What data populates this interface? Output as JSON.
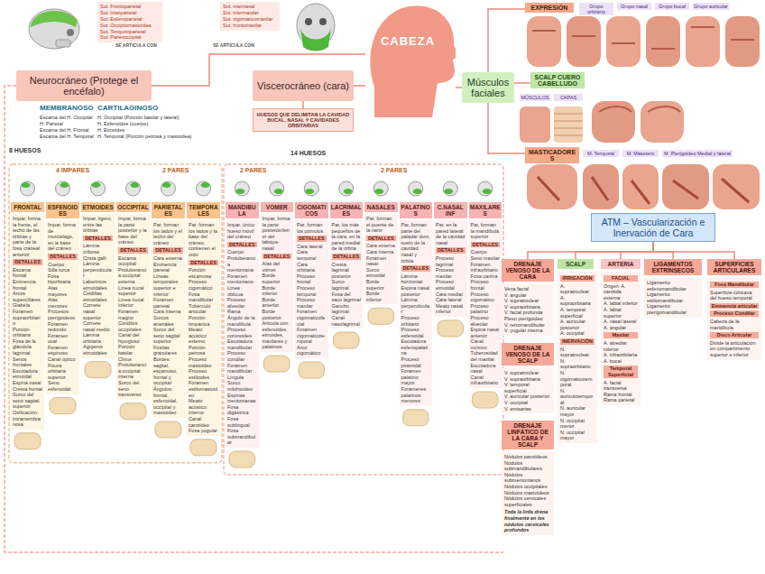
{
  "diagram": {
    "nodes": [
      {
        "text": [
          "CABEZA"
        ]
      },
      {
        "text": [
          "Sut. Frontoparietal",
          "Sut. Interparietal",
          "Sut. Esfenoparietal",
          "Sut. Occipitomastoidea",
          "Sut. Temporoparietal",
          "Sut. Parietoccipital"
        ]
      },
      {
        "text": [
          "Sut. internasal",
          "Sut. intermaxilar",
          "Sut. zigomaticomaxilar",
          "Sut. frontomaxilar"
        ]
      },
      {
        "text": [
          "Neurocráneo (Protege el encéfalo)"
        ]
      },
      {
        "text": [
          "Viscerocráneo (cara)"
        ]
      },
      {
        "text": [
          "Músculos faciales"
        ]
      },
      {
        "text": [
          "HUESOS QUE DELIMITAN LA CAVIDAD BUCAL, NASAL Y CAVIDADES ORBITARIAS"
        ]
      },
      {
        "text": [
          "FRONTAL"
        ]
      },
      {
        "text": [
          "ESFENOIDES"
        ]
      },
      {
        "text": [
          "ETMOIDES"
        ]
      },
      {
        "text": [
          "OCCIPITAL"
        ]
      },
      {
        "text": [
          "PARIETALES"
        ]
      },
      {
        "text": [
          "TEMPORALES"
        ]
      },
      {
        "text": [
          "MANDIBULA"
        ]
      },
      {
        "text": [
          "VOMER"
        ]
      },
      {
        "text": [
          "CIGOMATICOS"
        ]
      },
      {
        "text": [
          "LACRIMALES"
        ]
      },
      {
        "text": [
          "NASALES"
        ]
      },
      {
        "text": [
          "PALATINOS"
        ]
      },
      {
        "text": [
          "C.NASAL INF"
        ]
      },
      {
        "text": [
          "MAXILARES"
        ]
      },
      {
        "text": [
          "Impar, forma la frente, el techo de las órbitas y parte de la fosa craneal anterior",
          "DETALLES",
          "Escama frontal",
          "Eminencia frontal",
          "Arcos superciliares",
          "Glabela",
          "Foramen supraorbitario",
          "Porción orbitaria",
          "Fosa de la glándula lagrimal",
          "Senos frontales",
          "Escotadura etmoidal",
          "Espina nasal",
          "Cresta frontal",
          "Surco del seno sagital superior",
          "Osificación: intramembranosa"
        ]
      },
      {
        "text": [
          "Impar, forma de murciélago, en la base del cráneo",
          "DETALLES",
          "Cuerpo",
          "Silla turca",
          "Fosa hipofisaria",
          "Alas mayores",
          "Alas menores",
          "Procesos pterigoideos",
          "Foramen redondo",
          "Foramen oval",
          "Foramen espinoso",
          "Canal óptico",
          "Fisura orbitaria superior",
          "Seno esfenoidal"
        ]
      },
      {
        "text": [
          "Impar, ligero, entre las órbitas",
          "DETALLES",
          "Lámina cribosa",
          "Crista galli",
          "Lámina perpendicular",
          "Laberintos etmoidales",
          "Celdillas etmoidales",
          "Cornete nasal superior",
          "Cornete nasal medio",
          "Lámina orbitaria",
          "Agujeros etmoidales"
        ]
      },
      {
        "text": [
          "Impar, forma la parte posterior y la base del cráneo",
          "DETALLES",
          "Escama occipital",
          "Protuberancia occipital externa",
          "Línea nucal superior",
          "Línea nucal inferior",
          "Foramen magno",
          "Cóndilos occipitales",
          "Canal del hipogloso",
          "Porción basilar",
          "Clivus",
          "Protuberancia occipital interna",
          "Surco del seno transverso"
        ]
      },
      {
        "text": [
          "Par, forman los lados y el techo del cráneo",
          "DETALLES",
          "Cara externa",
          "Eminencia parietal",
          "Líneas temporales superior e inferior",
          "Foramen parietal",
          "Cara interna",
          "Surcos arteriales",
          "Surco del seno sagital superior",
          "Fositas granulares",
          "Bordes: sagital, escamoso, frontal y occipital",
          "Ángulos: frontal, esfenoidal, occipital y mastoideo"
        ]
      },
      {
        "text": [
          "Par, forman los lados y la base del cráneo, contienen el oído",
          "DETALLES",
          "Porción escamosa",
          "Proceso cigomático",
          "Fosa mandibular",
          "Tubérculo articular",
          "Porción timpánica",
          "Meato acústico externo",
          "Porción petrosa",
          "Proceso mastoideo",
          "Proceso estiloides",
          "Foramen estilomastoideo",
          "Meato acústico interno",
          "Canal carotídeo",
          "Fosa yugular"
        ]
      },
      {
        "text": [
          "Impar, único hueso móvil del cráneo",
          "DETALLES",
          "Cuerpo",
          "Protuberancia mentoniana",
          "Foramen mentoniano",
          "Línea oblicua",
          "Proceso alveolar",
          "Rama",
          "Ángulo de la mandíbula",
          "Proceso coronoides",
          "Escotadura mandibular",
          "Proceso condilar",
          "Foramen mandibular",
          "Língula",
          "Surco milohioideo",
          "Espinas mentonianas",
          "Fosa digástrica",
          "Fosa sublingual",
          "Fosa submandibular"
        ]
      },
      {
        "text": [
          "Impar, forma la parte posteroinferior del tabique nasal",
          "DETALLES",
          "Alas del vómer",
          "Borde superior",
          "Borde inferior",
          "Borde anterior",
          "Borde posterior",
          "Articula con esfenoides, etmoides, maxilares y palatinos"
        ]
      },
      {
        "text": [
          "Par, forman los pómulos",
          "DETALLES",
          "Cara lateral",
          "Cara temporal",
          "Cara orbitaria",
          "Proceso frontal",
          "Proceso temporal",
          "Proceso maxilar",
          "Foramen cigomaticofacial",
          "Foramen cigomaticotemporal",
          "Arco cigomático"
        ]
      },
      {
        "text": [
          "Par, los más pequeños de la cara, en la pared medial de la órbita",
          "DETALLES",
          "Cresta lagrimal posterior",
          "Surco lagrimal",
          "Fosa del saco lagrimal",
          "Gancho lagrimal",
          "Canal nasolagrimal"
        ]
      },
      {
        "text": [
          "Par, forman el puente de la nariz",
          "DETALLES",
          "Cara externa",
          "Cara interna",
          "Foramen nasal",
          "Surco etmoidal",
          "Borde superior",
          "Borde inferior"
        ]
      },
      {
        "text": [
          "Par, forman parte del paladar duro, suelo de la cavidad nasal y órbita",
          "DETALLES",
          "Lámina horizontal",
          "Espina nasal posterior",
          "Lámina perpendicular",
          "Proceso orbitario",
          "Proceso esfenoidal",
          "Escotadura esfenopalatina",
          "Proceso piramidal",
          "Foramen palatino mayor",
          "Forámenes palatinos menores"
        ]
      },
      {
        "text": [
          "Par, en la pared lateral de la cavidad nasal",
          "DETALLES",
          "Proceso lagrimal",
          "Proceso maxilar",
          "Proceso etmoidal",
          "Cara medial",
          "Cara lateral",
          "Meato nasal inferior"
        ]
      },
      {
        "text": [
          "Par, forman la mandíbula superior",
          "DETALLES",
          "Cuerpo",
          "Seno maxilar",
          "Foramen infraorbitario",
          "Fosa canina",
          "Proceso frontal",
          "Proceso cigomático",
          "Proceso palatino",
          "Proceso alveolar",
          "Espina nasal anterior",
          "Canal incisivo",
          "Tuberosidad del maxilar",
          "Escotadura nasal",
          "Canal infraorbitario"
        ]
      },
      {
        "text": [
          "EXPRESIÓN"
        ]
      },
      {
        "text": [
          "SCALP CUERO CABELLUDO"
        ]
      },
      {
        "text": [
          "MASTICADORES"
        ]
      },
      {
        "text": [
          "Grupo orbitario"
        ]
      },
      {
        "text": [
          "Grupo nasal"
        ]
      },
      {
        "text": [
          "Grupo bucal"
        ]
      },
      {
        "text": [
          "Grupo auricular"
        ]
      },
      {
        "text": [
          "MÚSCULOS"
        ]
      },
      {
        "text": [
          "CAPAS"
        ]
      },
      {
        "text": [
          "M. Temporal"
        ]
      },
      {
        "text": [
          "M. Masetero"
        ]
      },
      {
        "text": [
          "M. Pterigoideo Medial y lateral"
        ]
      },
      {
        "text": [
          "ATM – Vascularización e Inervación de Cara"
        ]
      },
      {
        "text": [
          "DRENAJE VENOSO DE LA CARA"
        ]
      },
      {
        "text": [
          "SCALP"
        ]
      },
      {
        "text": [
          "ARTERIA"
        ]
      },
      {
        "text": [
          "LIGAMENTOS EXTRÍNSECOS"
        ]
      },
      {
        "text": [
          "SUPERFICIES ARTICULARES"
        ]
      },
      {
        "text": [
          "Vena facial",
          "V. angular",
          "V. supratroclear",
          "V. supraorbitaria",
          "V. facial profunda",
          "Plexo pterigoideo",
          "V. retromandibular",
          "V. yugular interna"
        ]
      },
      {
        "text": [
          "IRRIGACIÓN",
          "A. supratroclear",
          "A. supraorbitaria",
          "A. temporal superficial",
          "A. auricular posterior",
          "A. occipital",
          "INERVACIÓN",
          "N. supratroclear",
          "N. supraorbitario",
          "N. cigomaticotemporal",
          "N. auriculotemporal",
          "N. auricular mayor",
          "N. occipital menor",
          "N. occipital mayor"
        ]
      },
      {
        "text": [
          "FACIAL",
          "Origen: A. carótida externa",
          "A. labial inferior",
          "A. labial superior",
          "A. nasal lateral",
          "A. angular",
          "Maxilar",
          "A. alveolar inferior",
          "A. infraorbitaria",
          "A. bucal",
          "Temporal Superficial",
          "A. facial transversa",
          "Rama frontal",
          "Rama parietal"
        ]
      },
      {
        "text": [
          "Ligamento esfenomandibular",
          "Ligamento estilomandibular",
          "Ligamento pterigomandibular"
        ]
      },
      {
        "text": [
          "Fosa Mandibular",
          "Superficie cóncava del hueso temporal",
          "Eminencia articular",
          "Proceso Condilar",
          "Cabeza de la mandíbula",
          "Disco Articular",
          "Divide la articulación en compartimento superior e inferior"
        ]
      },
      {
        "text": [
          "DRENAJE VENOSO DE LA SCALP"
        ]
      },
      {
        "text": [
          "V. supratroclear",
          "V. supraorbitaria",
          "V. temporal superficial",
          "V. auricular posterior",
          "V. occipital",
          "V. emisarias"
        ]
      },
      {
        "text": [
          "DRENAJE LINFÁTICO DE LA CARA Y SCALP"
        ]
      },
      {
        "text": [
          "Nódulos parotídeos",
          "Nódulos submandibulares",
          "Nódulos submentonianos",
          "Nódulos occipitales",
          "Nódulos mastoideos",
          "Nódulos cervicales superficiales",
          "Toda la linfa drena finalmente en los nódulos cervicales profundos"
        ]
      }
    ],
    "edges": [
      {
        "from": 0,
        "to": 3,
        "arrow": "none"
      },
      {
        "from": 0,
        "to": 4,
        "arrow": "none"
      },
      {
        "from": 0,
        "to": 5,
        "arrow": "none"
      },
      {
        "from": 4,
        "to": 6,
        "arrow": "none"
      },
      {
        "from": 5,
        "to": 35,
        "arrow": "none"
      },
      {
        "from": 5,
        "to": 36,
        "arrow": "none"
      },
      {
        "from": 5,
        "to": 37,
        "arrow": "none"
      },
      {
        "from": 47,
        "to": 48,
        "arrow": "none"
      },
      {
        "from": 47,
        "to": 49,
        "arrow": "none"
      },
      {
        "from": 47,
        "to": 50,
        "arrow": "none"
      },
      {
        "from": 47,
        "to": 51,
        "arrow": "none"
      },
      {
        "from": 47,
        "to": 52,
        "arrow": "none"
      }
    ],
    "labels": [
      "SE ARTICULA CON",
      "SE ARTICULA CON",
      "MEMBRANOSO",
      "Escama del H. Occipital",
      "H. Parietal",
      "Escama del H. Frontal",
      "Escama del H. Temporal",
      "CARTILAGINOSO",
      "H. Occipital (Porción basilar y lateral)",
      "H. Esfenoides (cuerpo)",
      "H. Etmoides",
      "H. Temporal (Porción petrosa y mastoidea)",
      "8 HUESOS",
      "14 HUESOS",
      "4 IMPARES",
      "2 PARES",
      "2 PARES",
      "2 PARES"
    ]
  }
}
